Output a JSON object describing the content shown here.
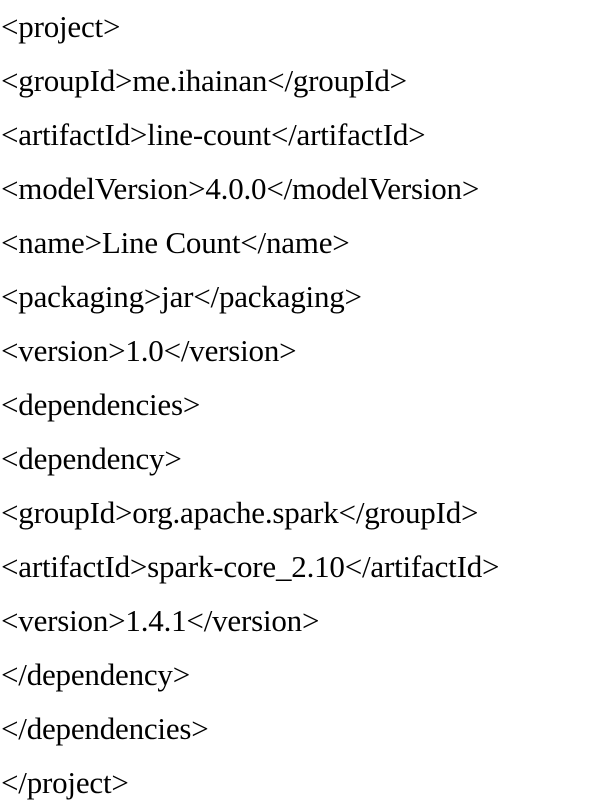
{
  "lines": [
    "<project>",
    "<groupId>me.ihainan</groupId>",
    "<artifactId>line-count</artifactId>",
    "<modelVersion>4.0.0</modelVersion>",
    "<name>Line Count</name>",
    "<packaging>jar</packaging>",
    "<version>1.0</version>",
    "<dependencies>",
    "<dependency>",
    "<groupId>org.apache.spark</groupId>",
    "<artifactId>spark-core_2.10</artifactId>",
    "<version>1.4.1</version>",
    "</dependency>",
    "</dependencies>",
    "</project>"
  ]
}
